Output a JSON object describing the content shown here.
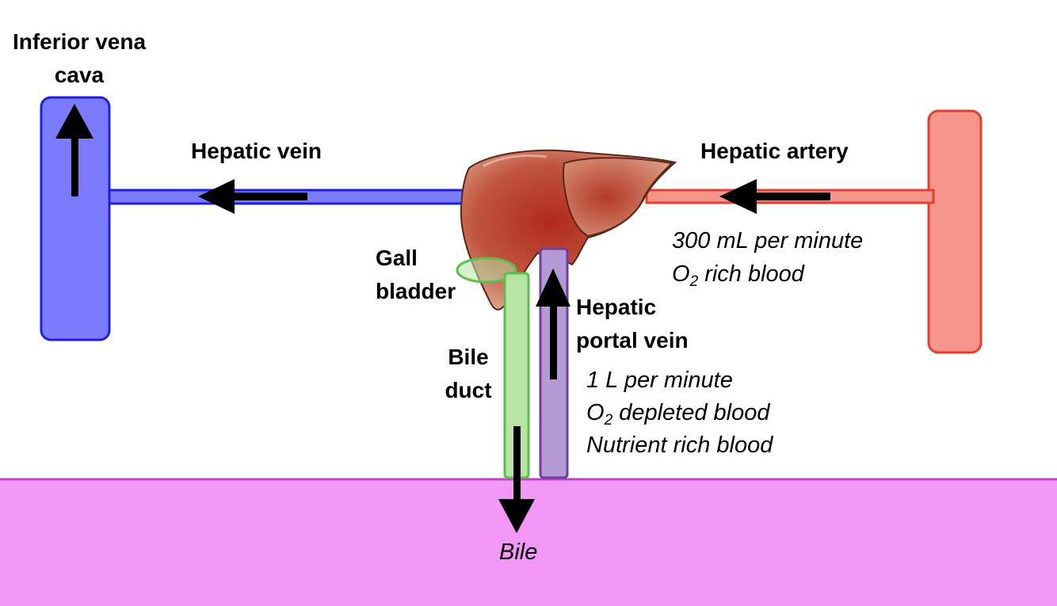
{
  "labels": {
    "ivc_line1": "Inferior vena",
    "ivc_line2": "cava",
    "hepatic_vein": "Hepatic vein",
    "hepatic_artery": "Hepatic artery",
    "gall_line1": "Gall",
    "gall_line2": "bladder",
    "portal_line1": "Hepatic",
    "portal_line2": "portal vein",
    "bile_duct_line1": "Bile",
    "bile_duct_line2": "duct",
    "bile": "Bile"
  },
  "artery_notes": {
    "flow": "300 mL per minute",
    "o2_prefix": "O",
    "o2_sub": "2",
    "o2_suffix": " rich blood"
  },
  "portal_notes": {
    "flow": "1 L per minute",
    "o2_prefix": "O",
    "o2_sub": "2",
    "o2_suffix": " depleted blood",
    "nutrient": "Nutrient rich blood"
  },
  "colors": {
    "ivc_fill": "#7b7bfb",
    "ivc_stroke": "#1f1fe0",
    "artery_fill": "#f4948a",
    "artery_stroke": "#e0402f",
    "bile_duct_fill": "#b7e3a5",
    "bile_duct_stroke": "#5cbf4c",
    "portal_fill": "#b49ad4",
    "portal_stroke": "#6e3fa0",
    "intestine_fill": "#f197f5",
    "intestine_stroke": "#c040c8",
    "liver_fill": "#b5402c",
    "liver_stroke": "#5a2618"
  }
}
